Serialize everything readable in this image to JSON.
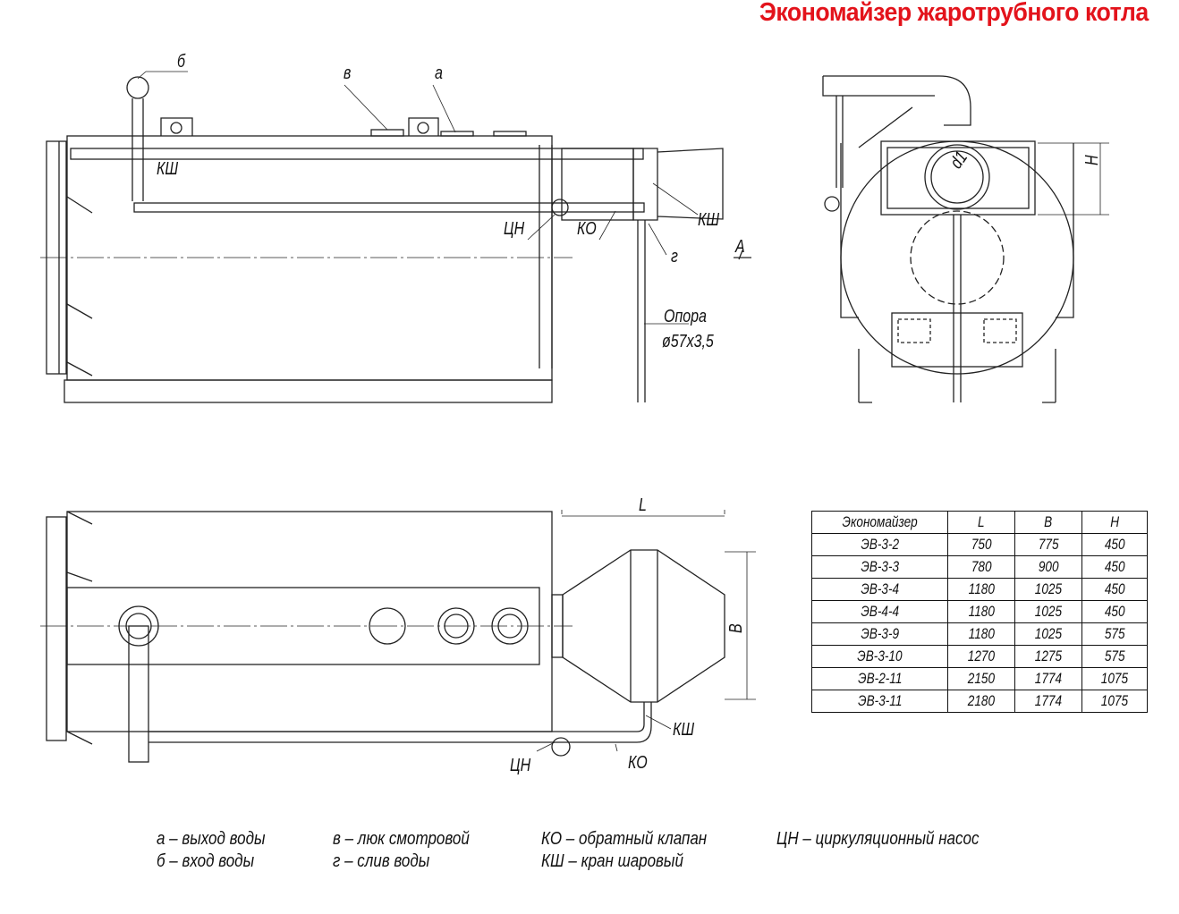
{
  "title": "Экономайзер жаротрубного котла",
  "labels": {
    "b": "б",
    "v": "в",
    "a": "а",
    "ksh1": "КШ",
    "cn1": "ЦН",
    "ko1": "КО",
    "ksh2": "КШ",
    "g": "г",
    "A": "А",
    "opora": "Опора",
    "opora_size": "ø57х3,5",
    "H": "H",
    "d1": "d1",
    "L": "L",
    "B": "B",
    "ksh3": "КШ",
    "cn2": "ЦН",
    "ko2": "КО"
  },
  "table": {
    "headers": [
      "Экономайзер",
      "L",
      "B",
      "H"
    ],
    "rows": [
      [
        "ЭВ-3-2",
        "750",
        "775",
        "450"
      ],
      [
        "ЭВ-3-3",
        "780",
        "900",
        "450"
      ],
      [
        "ЭВ-3-4",
        "1180",
        "1025",
        "450"
      ],
      [
        "ЭВ-4-4",
        "1180",
        "1025",
        "450"
      ],
      [
        "ЭВ-3-9",
        "1180",
        "1025",
        "575"
      ],
      [
        "ЭВ-3-10",
        "1270",
        "1275",
        "575"
      ],
      [
        "ЭВ-2-11",
        "2150",
        "1774",
        "1075"
      ],
      [
        "ЭВ-3-11",
        "2180",
        "1774",
        "1075"
      ]
    ]
  },
  "legend": [
    [
      "а – выход воды",
      "б – вход воды"
    ],
    [
      "в – люк смотровой",
      "г – слив воды"
    ],
    [
      "КО – обратный клапан",
      "КШ – кран шаровый"
    ],
    [
      "ЦН – циркуляционный насос"
    ]
  ]
}
